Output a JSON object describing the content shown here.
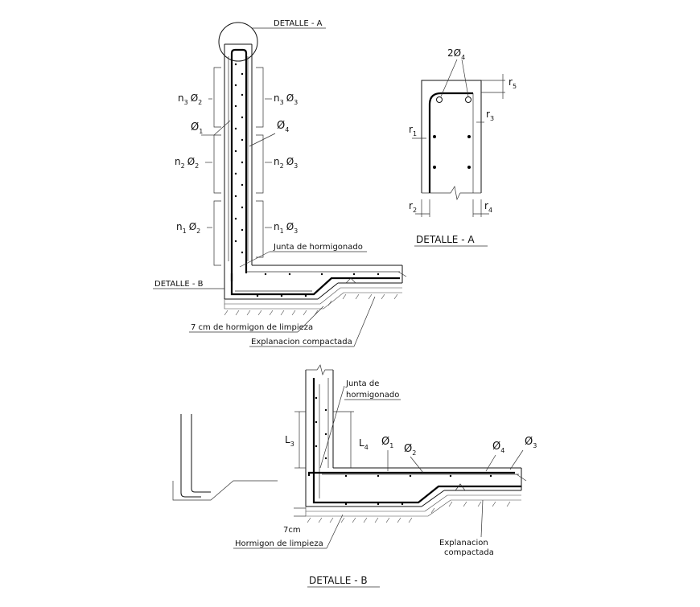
{
  "section": {
    "detalle_a_callout": "DETALLE - A",
    "detalle_b_callout": "DETALLE - B",
    "junta": "Junta de hormigonado",
    "limpieza": "7 cm de hormigon de limpieza",
    "explanacion": "Explanacion compactada",
    "left_labels": [
      {
        "n": "n",
        "sub": "3",
        "phi": "Ø",
        "psub": "2"
      },
      {
        "n": "n",
        "sub": "2",
        "phi": "Ø",
        "psub": "2"
      },
      {
        "n": "n",
        "sub": "1",
        "phi": "Ø",
        "psub": "2"
      }
    ],
    "right_labels": [
      {
        "n": "n",
        "sub": "3",
        "phi": "Ø",
        "psub": "3"
      },
      {
        "n": "n",
        "sub": "2",
        "phi": "Ø",
        "psub": "3"
      },
      {
        "n": "n",
        "sub": "1",
        "phi": "Ø",
        "psub": "3"
      }
    ],
    "phi1": {
      "phi": "Ø",
      "sub": "1"
    },
    "phi4": {
      "phi": "Ø",
      "sub": "4"
    }
  },
  "detalle_a": {
    "title": "DETALLE - A",
    "bars": {
      "n": "2",
      "phi": "Ø",
      "sub": "4"
    },
    "r1": {
      "r": "r",
      "sub": "1"
    },
    "r2": {
      "r": "r",
      "sub": "2"
    },
    "r3": {
      "r": "r",
      "sub": "3"
    },
    "r4": {
      "r": "r",
      "sub": "4"
    },
    "r5": {
      "r": "r",
      "sub": "5"
    }
  },
  "detalle_b": {
    "title": "DETALLE - B",
    "junta_line1": "Junta de",
    "junta_line2": "hormigonado",
    "L3": {
      "L": "L",
      "sub": "3"
    },
    "L4": {
      "L": "L",
      "sub": "4"
    },
    "phi1": {
      "phi": "Ø",
      "sub": "1"
    },
    "phi2": {
      "phi": "Ø",
      "sub": "2"
    },
    "phi4": {
      "phi": "Ø",
      "sub": "4"
    },
    "phi3": {
      "phi": "Ø",
      "sub": "3"
    },
    "cm": "7cm",
    "limpieza": "Hormigon de limpieza",
    "explanacion_line1": "Explanacion",
    "explanacion_line2": "compactada"
  }
}
